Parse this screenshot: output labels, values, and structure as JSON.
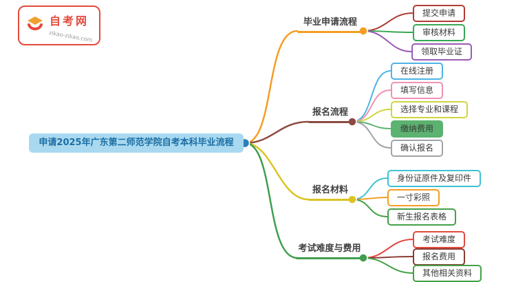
{
  "logo": {
    "site_name": "自考网",
    "site_url": "zikao-zikao.com",
    "accent": "#e4493a"
  },
  "root": {
    "label": "申请2025年广东第二师范学院自考本科毕业流程",
    "bg": "#a9d9f0",
    "text_color": "#1c6ea4",
    "dot_color": "#2d7fb8"
  },
  "branches": [
    {
      "label": "毕业申请流程",
      "color": "#f59d22",
      "children": [
        {
          "label": "提交申请",
          "color": "#b23b35"
        },
        {
          "label": "审核材料",
          "color": "#36a853"
        },
        {
          "label": "领取毕业证",
          "color": "#9a5bb5"
        }
      ]
    },
    {
      "label": "报名流程",
      "color": "#8c4a42",
      "children": [
        {
          "label": "在线注册",
          "color": "#4db3e6"
        },
        {
          "label": "填写信息",
          "color": "#f191b2"
        },
        {
          "label": "选择专业和课程",
          "color": "#cfd63d"
        },
        {
          "label": "缴纳费用",
          "color": "#5cb270"
        },
        {
          "label": "确认报名",
          "color": "#a0a4a8"
        }
      ]
    },
    {
      "label": "报名材料",
      "color": "#ddc321",
      "children": [
        {
          "label": "身份证原件及复印件",
          "color": "#3fc1d6"
        },
        {
          "label": "一寸彩照",
          "color": "#f59d22"
        },
        {
          "label": "新生报名表格",
          "color": "#43a047"
        }
      ]
    },
    {
      "label": "考试难度与费用",
      "color": "#3f9e4d",
      "children": [
        {
          "label": "考试难度",
          "color": "#e2483d"
        },
        {
          "label": "报名费用",
          "color": "#8c3a34"
        },
        {
          "label": "其他相关资料",
          "color": "#43a047"
        }
      ]
    }
  ]
}
